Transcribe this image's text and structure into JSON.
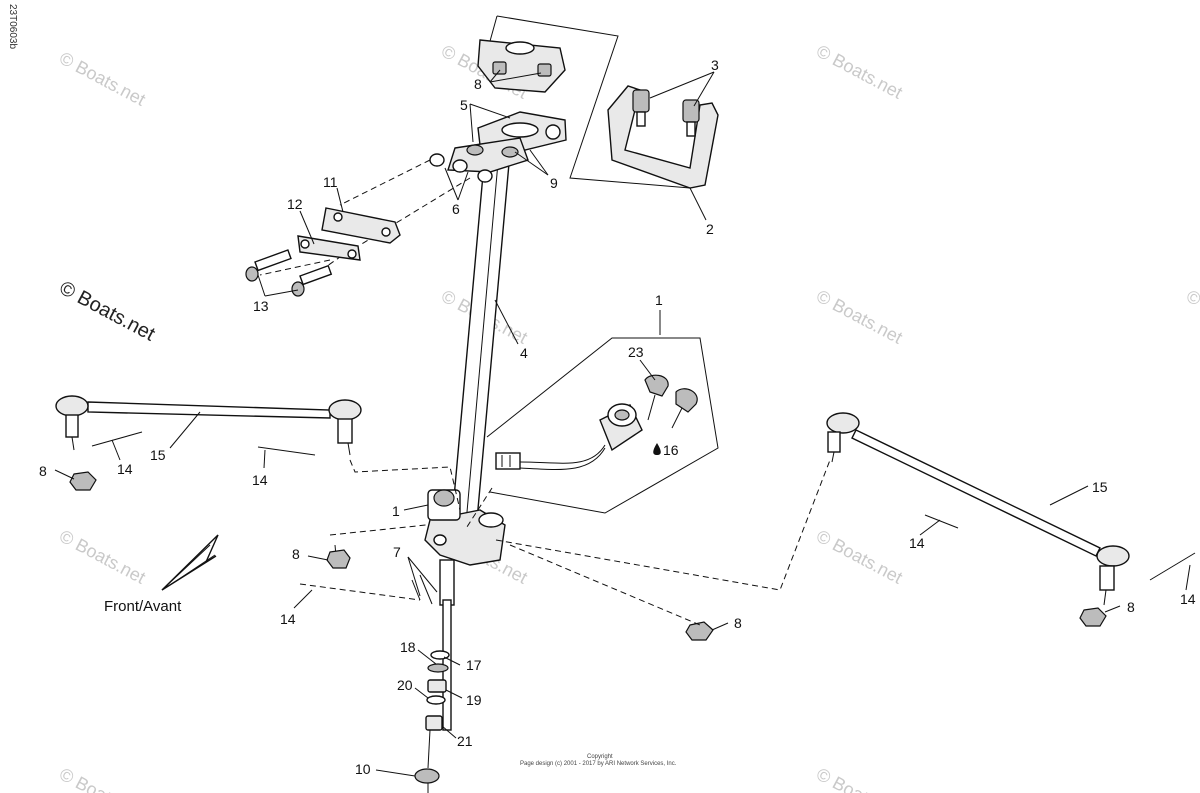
{
  "figure_id": "23T0603b",
  "watermark": "© Boats.net",
  "orientation_label": "Front/Avant",
  "copyright": {
    "line1": "Copyright",
    "line2": "Page design (c) 2001 - 2017 by ARI Network Services, Inc."
  },
  "callouts": {
    "c1a": "1",
    "c1b": "1",
    "c2": "2",
    "c3": "3",
    "c4": "4",
    "c5": "5",
    "c6": "6",
    "c7": "7",
    "c8a": "8",
    "c8b": "8",
    "c8c": "8",
    "c8d": "8",
    "c8e": "8",
    "c9": "9",
    "c10": "10",
    "c11": "11",
    "c12": "12",
    "c13": "13",
    "c14a": "14",
    "c14b": "14",
    "c14c": "14",
    "c14d": "14",
    "c14e": "14",
    "c15a": "15",
    "c15b": "15",
    "c16": "16",
    "c17": "17",
    "c18": "18",
    "c19": "19",
    "c20": "20",
    "c21": "21",
    "c23": "23"
  }
}
